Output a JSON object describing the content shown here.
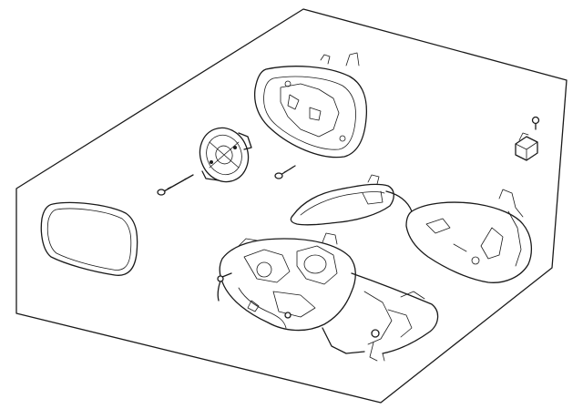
{
  "diagram": {
    "kind": "exploded-parts-view",
    "line_color": "#1a1a1a",
    "background_color": "#ffffff",
    "parts": [
      {
        "icon": "mirror-glass"
      },
      {
        "icon": "mirror-frame"
      },
      {
        "icon": "mirror-motor"
      },
      {
        "icon": "long-screw"
      },
      {
        "icon": "short-screw"
      },
      {
        "icon": "turn-signal-lamp"
      },
      {
        "icon": "mirror-cover"
      },
      {
        "icon": "small-screw"
      },
      {
        "icon": "connector"
      },
      {
        "icon": "mirror-base-assembly"
      }
    ]
  }
}
